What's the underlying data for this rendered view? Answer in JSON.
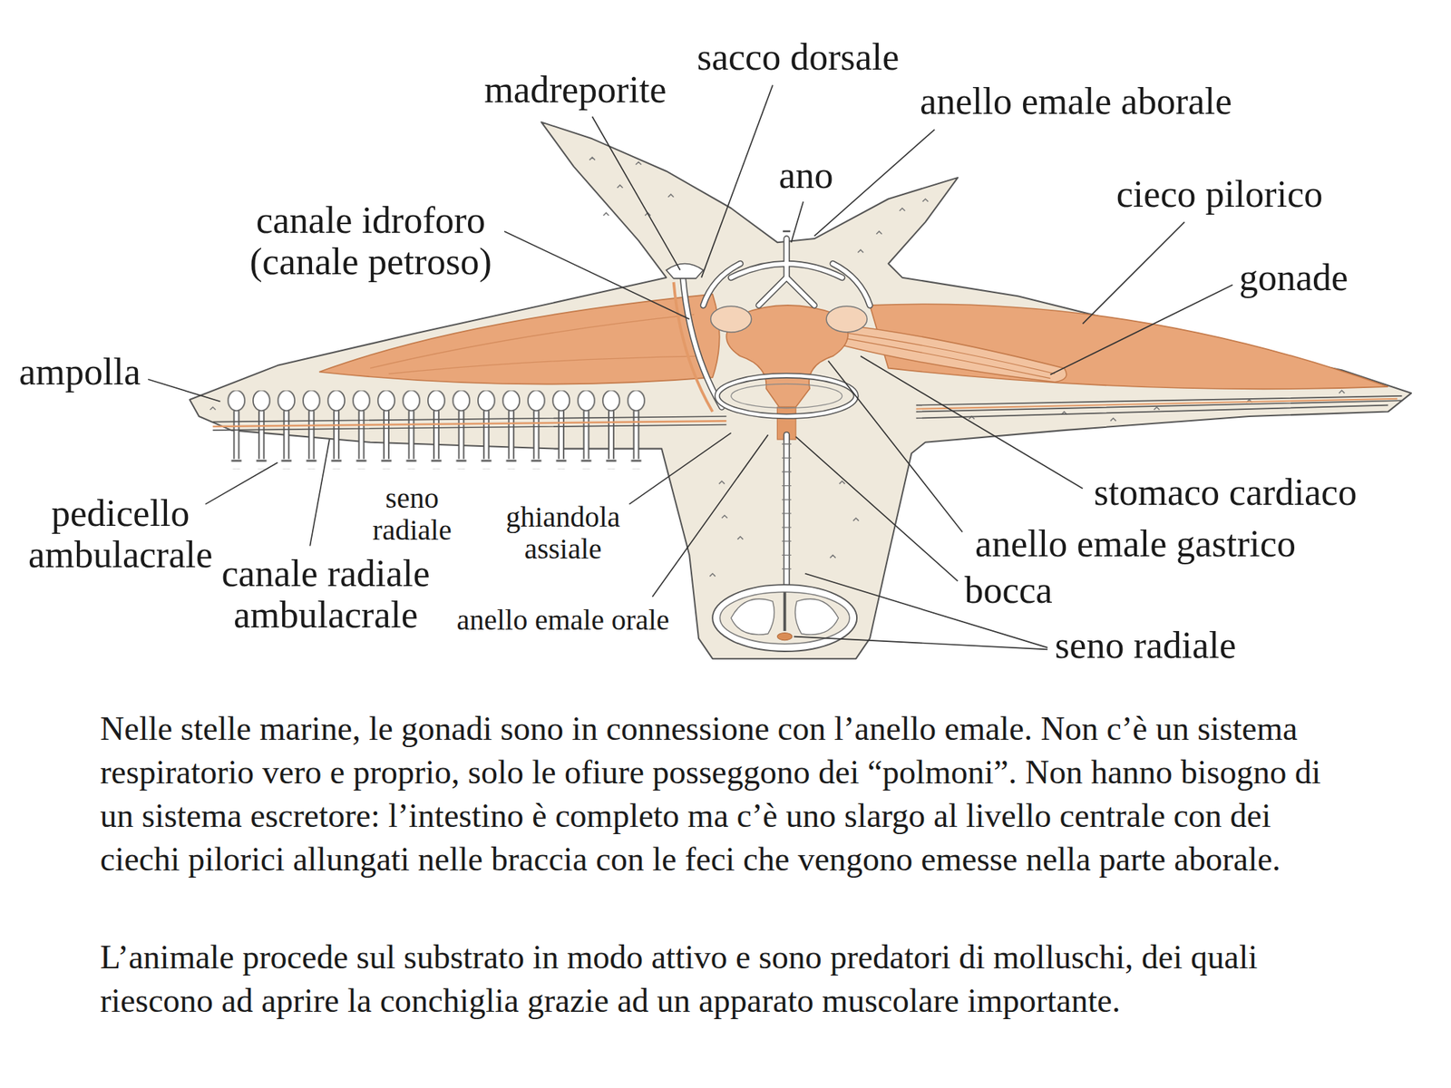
{
  "diagram": {
    "labels": [
      "sacco dorsale",
      "madreporite",
      "anello emale aborale",
      "ano",
      "cieco pilorico",
      "canale idroforo (canale petroso)",
      "gonade",
      "ampolla",
      "stomaco cardiaco",
      "pedicello ambulacrale",
      "seno radiale",
      "ghiandola assiale",
      "anello emale gastrico",
      "canale radiale ambulacrale",
      "anello emale orale",
      "bocca",
      "seno radiale",
      "Nelle stelle marine, le gonadi sono in connessione con l’anello emale. Non c’è un sistema respiratorio vero e proprio, solo le ofiure posseggono dei “polmoni”. Non hanno bisogno di un sistema escretore: l’intestino è completo ma c’è uno slargo al livello centrale con dei ciechi pilorici allungati nelle braccia con le feci che vengono emesse nella parte aborale.",
      "L’animale procede sul substrato in modo attivo e sono predatori di molluschi, dei quali riescono ad aprire la conchiglia grazie ad un apparato muscolare importante."
    ]
  }
}
